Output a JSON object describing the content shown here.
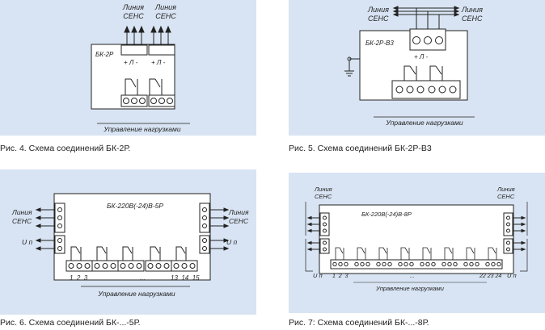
{
  "fig4": {
    "caption": "Рис. 4. Схема соединений БК-2Р.",
    "device": "БК-2Р",
    "line_label_1": "Линия",
    "line_label_2": "СЕНС",
    "polarity": "+ Л -",
    "control": "Управление нагрузками"
  },
  "fig5": {
    "caption": "Рис. 5. Схема соединений БК-2Р-В3",
    "device": "БК-2Р-В3",
    "line_label_1": "Линия",
    "line_label_2": "СЕНС",
    "polarity": "+ Л -",
    "control": "Управление нагрузками"
  },
  "fig6": {
    "caption": "Рис. 6. Схема соединений БК-...-5Р.",
    "device": "БК-220В(-24)В-5Р",
    "line_label_1": "Линия",
    "line_label_2": "СЕНС",
    "up": "U п",
    "nums_left": "1  2  3",
    "ellipsis": "...",
    "nums_right": "13  14  15",
    "control": "Управление нагрузками"
  },
  "fig7": {
    "caption": "Рис. 7: Схема соединений БК-...-8Р.",
    "device": "БК-220В(-24)В-8Р",
    "line_label_1": "Линия",
    "line_label_2": "СЕНС",
    "up": "U п",
    "nums_left": "1  2  3",
    "ellipsis": "...",
    "nums_right": "22 23 24",
    "control": "Управление нагрузками"
  },
  "colors": {
    "panel": "#d8e4f3",
    "ink": "#222222"
  }
}
